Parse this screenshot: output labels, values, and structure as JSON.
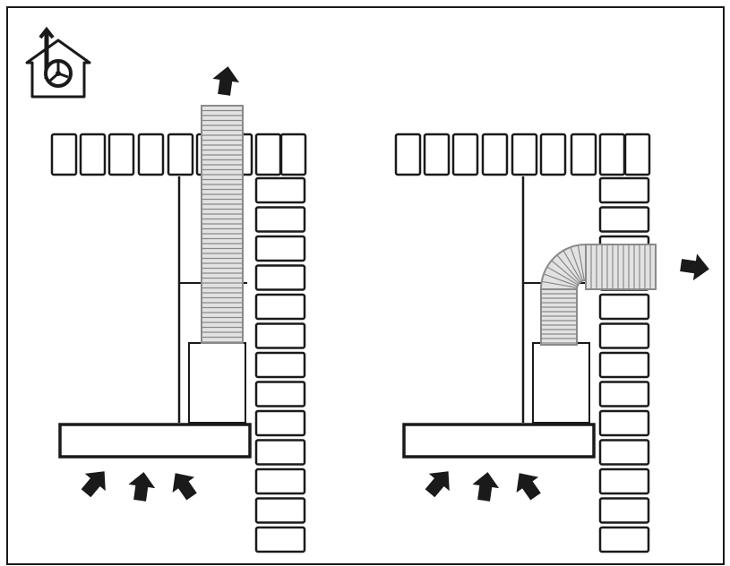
{
  "diagram": {
    "logo_icon": "house-fan-icon",
    "panels": [
      {
        "id": "vertical-vent",
        "duct": "straight-vertical",
        "exhaust_direction": "up"
      },
      {
        "id": "horizontal-vent",
        "duct": "elbow-horizontal",
        "exhaust_direction": "right"
      }
    ],
    "colors": {
      "ink": "#1a1a1a",
      "duct_fill": "#e2e2e2",
      "duct_stripe": "#8a8a8a",
      "background": "#ffffff"
    }
  }
}
